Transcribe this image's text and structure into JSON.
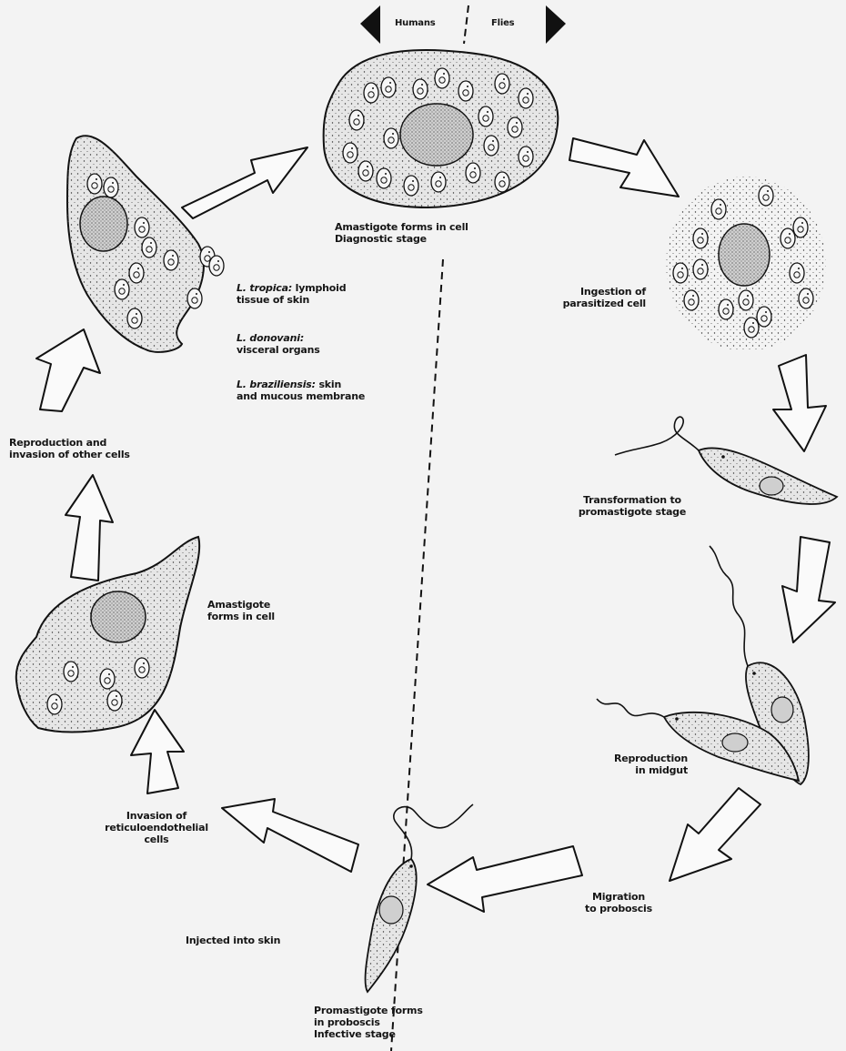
{
  "header": {
    "left": "Humans",
    "right": "Flies"
  },
  "labels": {
    "amastigote_top_1": "Amastigote forms in cell",
    "amastigote_top_2": "Diagnostic stage",
    "ingestion_1": "Ingestion of",
    "ingestion_2": "parasitized cell",
    "transformation_1": "Transformation to",
    "transformation_2": "promastigote stage",
    "reproduction_midgut_1": "Reproduction",
    "reproduction_midgut_2": "in midgut",
    "migration_1": "Migration",
    "migration_2": "to proboscis",
    "promastigote_1": "Promastigote forms",
    "promastigote_2": "in proboscis",
    "promastigote_3": "Infective stage",
    "injected": "Injected into skin",
    "invasion_1": "Invasion of",
    "invasion_2": "reticuloendothelial",
    "invasion_3": "cells",
    "amastigote_left_1": "Amastigote",
    "amastigote_left_2": "forms in cell",
    "reproduction_other_1": "Reproduction and",
    "reproduction_other_2": "invasion of other cells",
    "tropica_species": "L. tropica:",
    "tropica_rest": " lymphoid",
    "tropica_2": "tissue of skin",
    "donovani_species": "L. donovani:",
    "donovani_2": "visceral organs",
    "braziliensis_species": "L. braziliensis:",
    "braziliensis_rest": " skin",
    "braziliensis_2": "and mucous membrane"
  },
  "colors": {
    "background": "#f3f3f3",
    "ink": "#151515",
    "cell_fill": "#e6e6e6"
  }
}
